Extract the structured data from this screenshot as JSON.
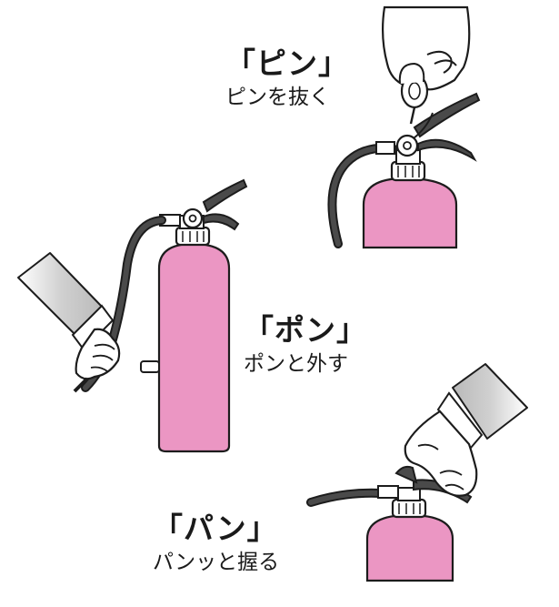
{
  "colors": {
    "body": "#eb96c3",
    "outline": "#1c1c1c",
    "hose": "#3f3f3f",
    "sleeve": "#c9c9c9",
    "skin": "#ffffff",
    "background": "#ffffff"
  },
  "steps": [
    {
      "title": "「ピン」",
      "desc": "ピンを抜く"
    },
    {
      "title": "「ポン」",
      "desc": "ポンと外す"
    },
    {
      "title": "「パン」",
      "desc": "パンッと握る"
    }
  ]
}
